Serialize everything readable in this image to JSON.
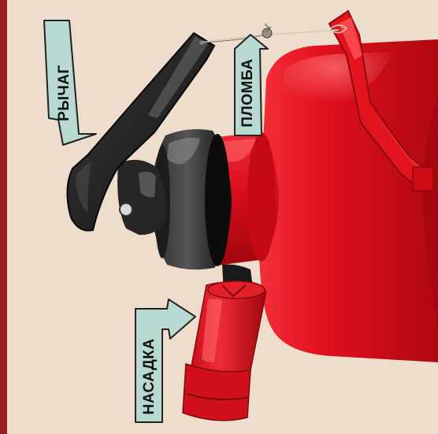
{
  "labels": {
    "lever": "РЫЧАГ",
    "seal": "ПЛОМБА",
    "nozzle": "НАСАДКА"
  },
  "colors": {
    "background": "#eeddcc",
    "frame": "#9c1e22",
    "body_red": "#e01020",
    "callout_fill": "#b8d8d2",
    "dark": "#151515"
  }
}
